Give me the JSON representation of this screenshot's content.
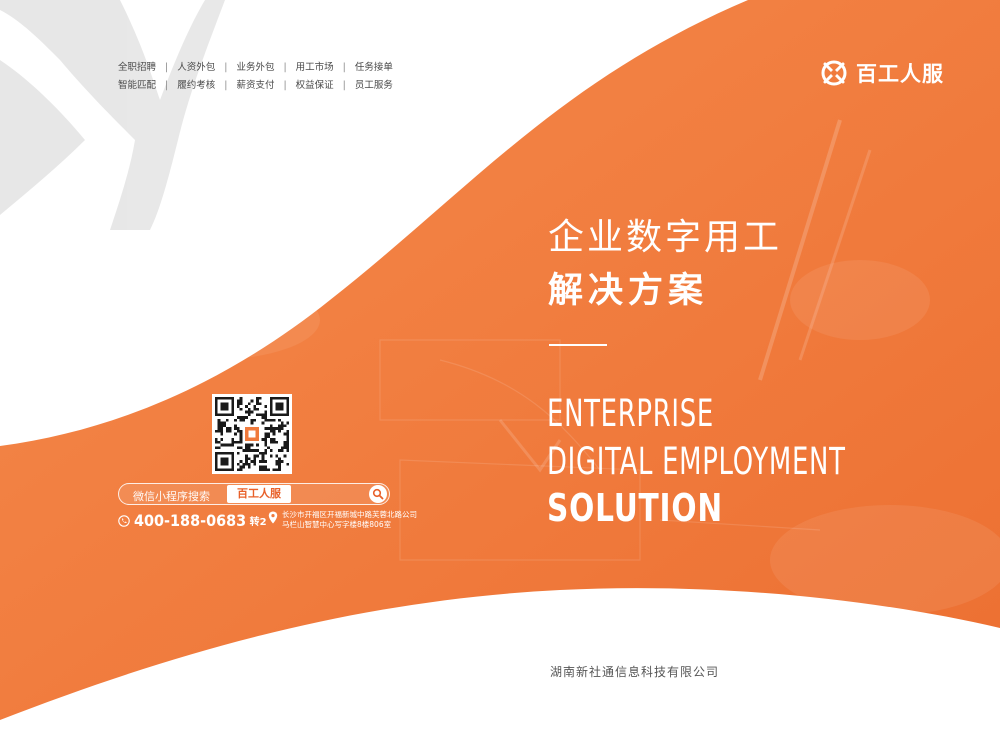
{
  "nav": {
    "row1": [
      "全职招聘",
      "人资外包",
      "业务外包",
      "用工市场",
      "任务接单"
    ],
    "row2": [
      "智能匹配",
      "履约考核",
      "薪资支付",
      "权益保证",
      "员工服务"
    ]
  },
  "brand": {
    "name": "百工人服",
    "logo_icon": "baigong-logo-icon"
  },
  "title": {
    "cn_line1": "企业数字用工",
    "cn_line2": "解决方案",
    "en_line1": "ENTERPRISE",
    "en_line2": "DIGITAL EMPLOYMENT",
    "en_line3": "SOLUTION"
  },
  "contact": {
    "search_hint": "微信小程序搜索",
    "search_value": "百工人服",
    "phone": "400-188-0683",
    "phone_ext": "转2",
    "address_line1": "长沙市开福区开福新城中路芙蓉北路公司",
    "address_line2": "马栏山智慧中心写字楼8楼806室"
  },
  "footer": {
    "company": "湖南新社通信息科技有限公司"
  },
  "colors": {
    "accent": "#f0773a",
    "accent_dark": "#e8602a",
    "text_dark": "#4a4a4a"
  }
}
